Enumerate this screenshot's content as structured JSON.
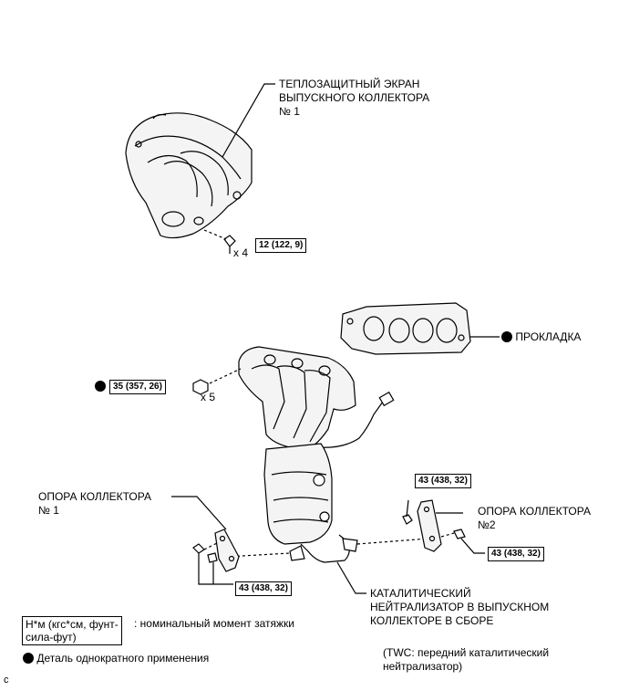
{
  "labels": {
    "heat_shield": [
      "ТЕПЛОЗАЩИТНЫЙ ЭКРАН",
      "ВЫПУСКНОГО КОЛЛЕКТОРА",
      "№ 1"
    ],
    "gasket": "ПРОКЛАДКА",
    "bracket1": [
      "ОПОРА КОЛЛЕКТОРА",
      "№ 1"
    ],
    "bracket2": [
      "ОПОРА КОЛЛЕКТОРА",
      "№2"
    ],
    "converter": [
      "КАТАЛИТИЧЕСКИЙ",
      "НЕЙТРАЛИЗАТОР В ВЫПУСКНОМ",
      "КОЛЛЕКТОРЕ В СБОРЕ"
    ],
    "twc_note": [
      "(TWC: передний каталитический",
      "нейтрализатор)"
    ]
  },
  "torques": {
    "shield": "12 (122, 9)",
    "manifold_nuts": "35 (357, 26)",
    "bracket2_top": "43 (438, 32)",
    "bracket2_nut": "43 (438, 32)",
    "bracket1_bottom": "43 (438, 32)"
  },
  "quantities": {
    "shield_bolts": "x 4",
    "manifold_nuts": "x 5"
  },
  "legend": {
    "unit_line1": "Н*м (кгс*см, фунт-",
    "unit_line2": "сила-фут)",
    "torque_desc": ": номинальный момент затяжки",
    "nonreusable_desc": "Деталь однократного применения"
  },
  "corner_code": "c"
}
